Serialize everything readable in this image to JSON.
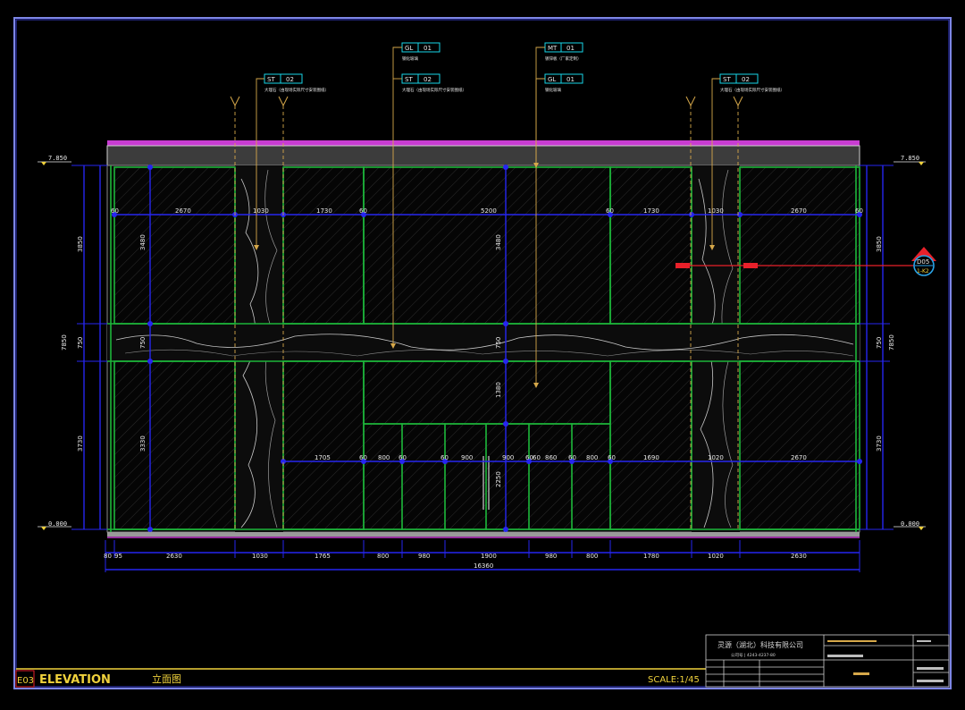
{
  "colors": {
    "background": "#000000",
    "frame": "#7d86e6",
    "inner_frame": "#3a3fd6",
    "glass": "#1db53a",
    "dimension": "#2626f0",
    "stone": "#c8c8c8",
    "tag": "#18d6e8",
    "leader": "#d6a84a",
    "label": "#f0d23c",
    "section": "#e8202a",
    "text": "#e8e8e8",
    "magenta": "#c83cd2"
  },
  "tags": [
    {
      "code": "GL",
      "num": "01",
      "note": "钢化玻璃"
    },
    {
      "code": "MT",
      "num": "01",
      "note": "镀锌板（厂家定制）"
    },
    {
      "code": "ST",
      "num": "02",
      "note": "大理石（由现场实际尺寸安装图纸）"
    },
    {
      "code": "ST",
      "num": "02",
      "note": "大理石（由现场实际尺寸安装图纸）"
    },
    {
      "code": "GL",
      "num": "01",
      "note": "钢化玻璃"
    },
    {
      "code": "ST",
      "num": "02",
      "note": "大理石（由现场实际尺寸安装图纸）"
    }
  ],
  "levels": {
    "top_left": "7.850",
    "bottom_left": "0.000",
    "top_right": "7.850",
    "bottom_right": "0.000"
  },
  "dims": {
    "top_row": [
      "2670",
      "1030",
      "1730",
      "60",
      "5200",
      "60",
      "1730",
      "1030",
      "2670",
      "60",
      "60"
    ],
    "mid_row": [
      "1705",
      "60",
      "800",
      "60",
      "60",
      "900",
      "900",
      "60",
      "60",
      "860",
      "60",
      "800",
      "60",
      "1690",
      "1020",
      "2670"
    ],
    "vertical_inner": [
      "3480",
      "750",
      "3330",
      "1380",
      "2250"
    ],
    "left_side": [
      "3850",
      "7850",
      "3730",
      "750"
    ],
    "right_side": [
      "3850",
      "7850",
      "3730",
      "750"
    ],
    "bottom": [
      "80",
      "95",
      "2630",
      "1030",
      "1765",
      "800",
      "980",
      "1900",
      "980",
      "800",
      "1780",
      "1020",
      "2630"
    ],
    "total": "16360"
  },
  "section_marker": {
    "id": "D05",
    "sheet": "1-K2"
  },
  "title_bar": {
    "sheet_no": "E03",
    "title_en": "ELEVATION",
    "title_cn": "立面图",
    "scale": "SCALE:1/45"
  },
  "title_block": {
    "company": "灵源（湖北）科技有限公司",
    "sub": "公司号 | 4243-4237-80"
  }
}
